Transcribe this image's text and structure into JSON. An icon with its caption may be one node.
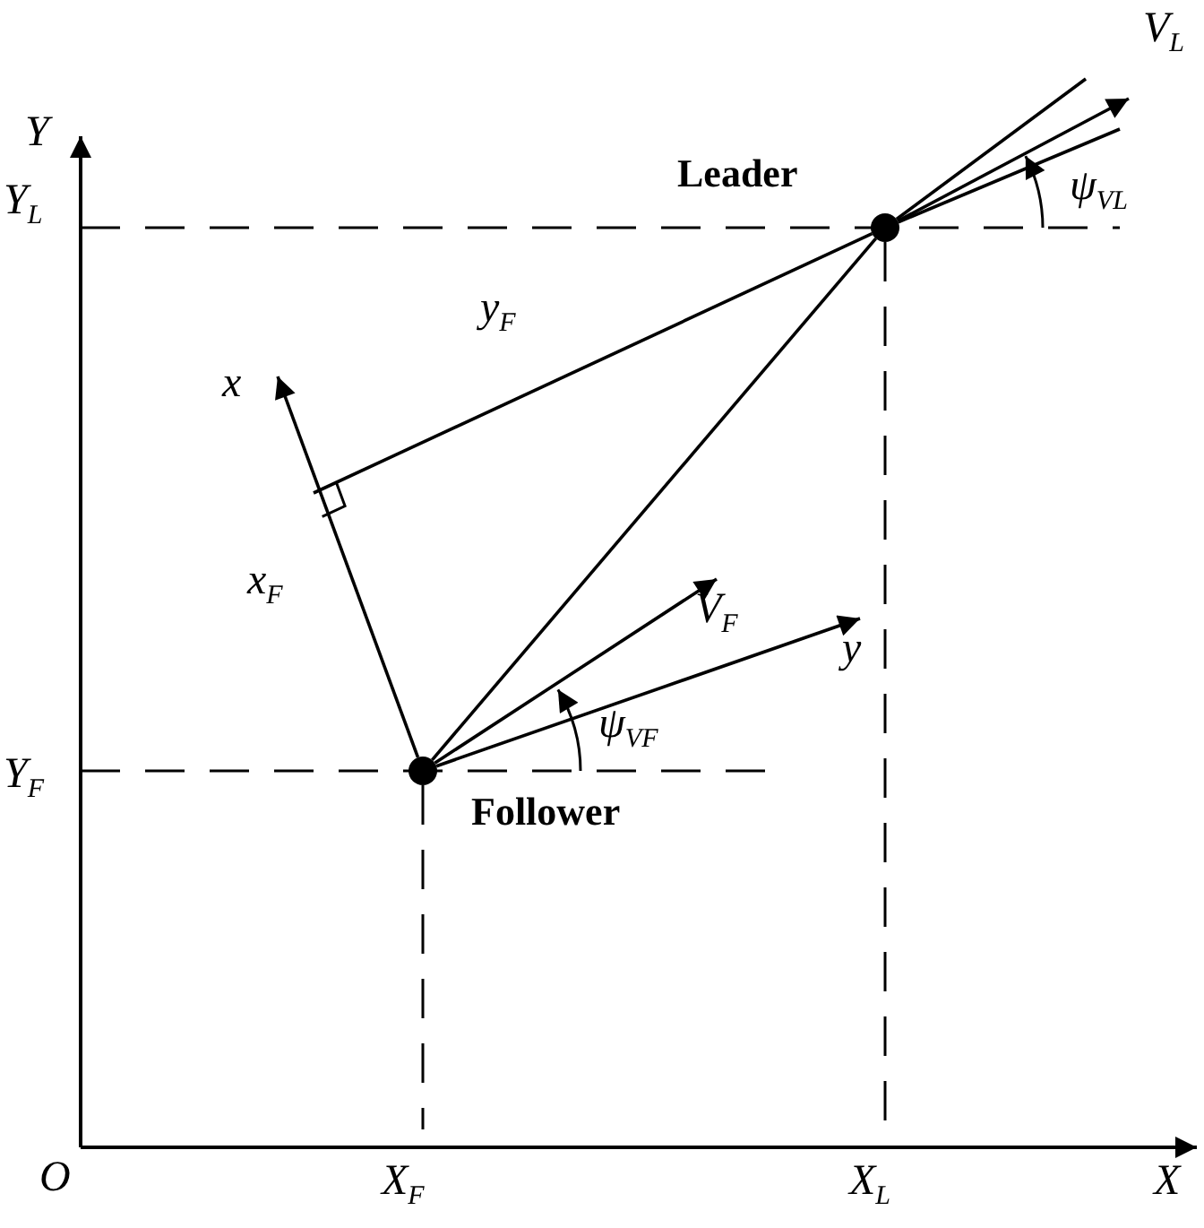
{
  "diagram": {
    "nodes": [
      {
        "text": [],
        "shape": "circle",
        "beside": [
          "Follower"
        ]
      },
      {
        "text": [],
        "shape": "circle",
        "beside": [
          "Leader"
        ]
      },
      {
        "text": [
          "x"
        ]
      },
      {
        "text": [
          "y"
        ]
      },
      {
        "text": [
          "V$_{F}$"
        ]
      },
      {
        "text": [
          "V$_{L}$"
        ]
      },
      {
        "text": [],
        "shape": "box"
      }
    ],
    "edges": [
      {
        "from": 0,
        "to": 1,
        "arrow": "none"
      },
      {
        "from": 1,
        "to": null,
        "arrow": "none"
      },
      {
        "from": 0,
        "to": 2,
        "arrow": "to",
        "label": "x$_{F}$"
      },
      {
        "from": 6,
        "to": 1,
        "arrow": "none",
        "label": "y$_{F}$"
      },
      {
        "from": 1,
        "to": null,
        "arrow": "none"
      },
      {
        "from": 0,
        "to": 4,
        "arrow": "to"
      },
      {
        "from": 0,
        "to": 3,
        "arrow": "to"
      },
      {
        "from": 1,
        "to": 5,
        "arrow": "to"
      }
    ],
    "labels": [
      "Y",
      "Y$_{L}$",
      "Y$_{F}$",
      "O",
      "X$_{F}$",
      "X$_{L}$",
      "X",
      "ψ$_{VF}$",
      "ψ$_{VL}$"
    ]
  }
}
